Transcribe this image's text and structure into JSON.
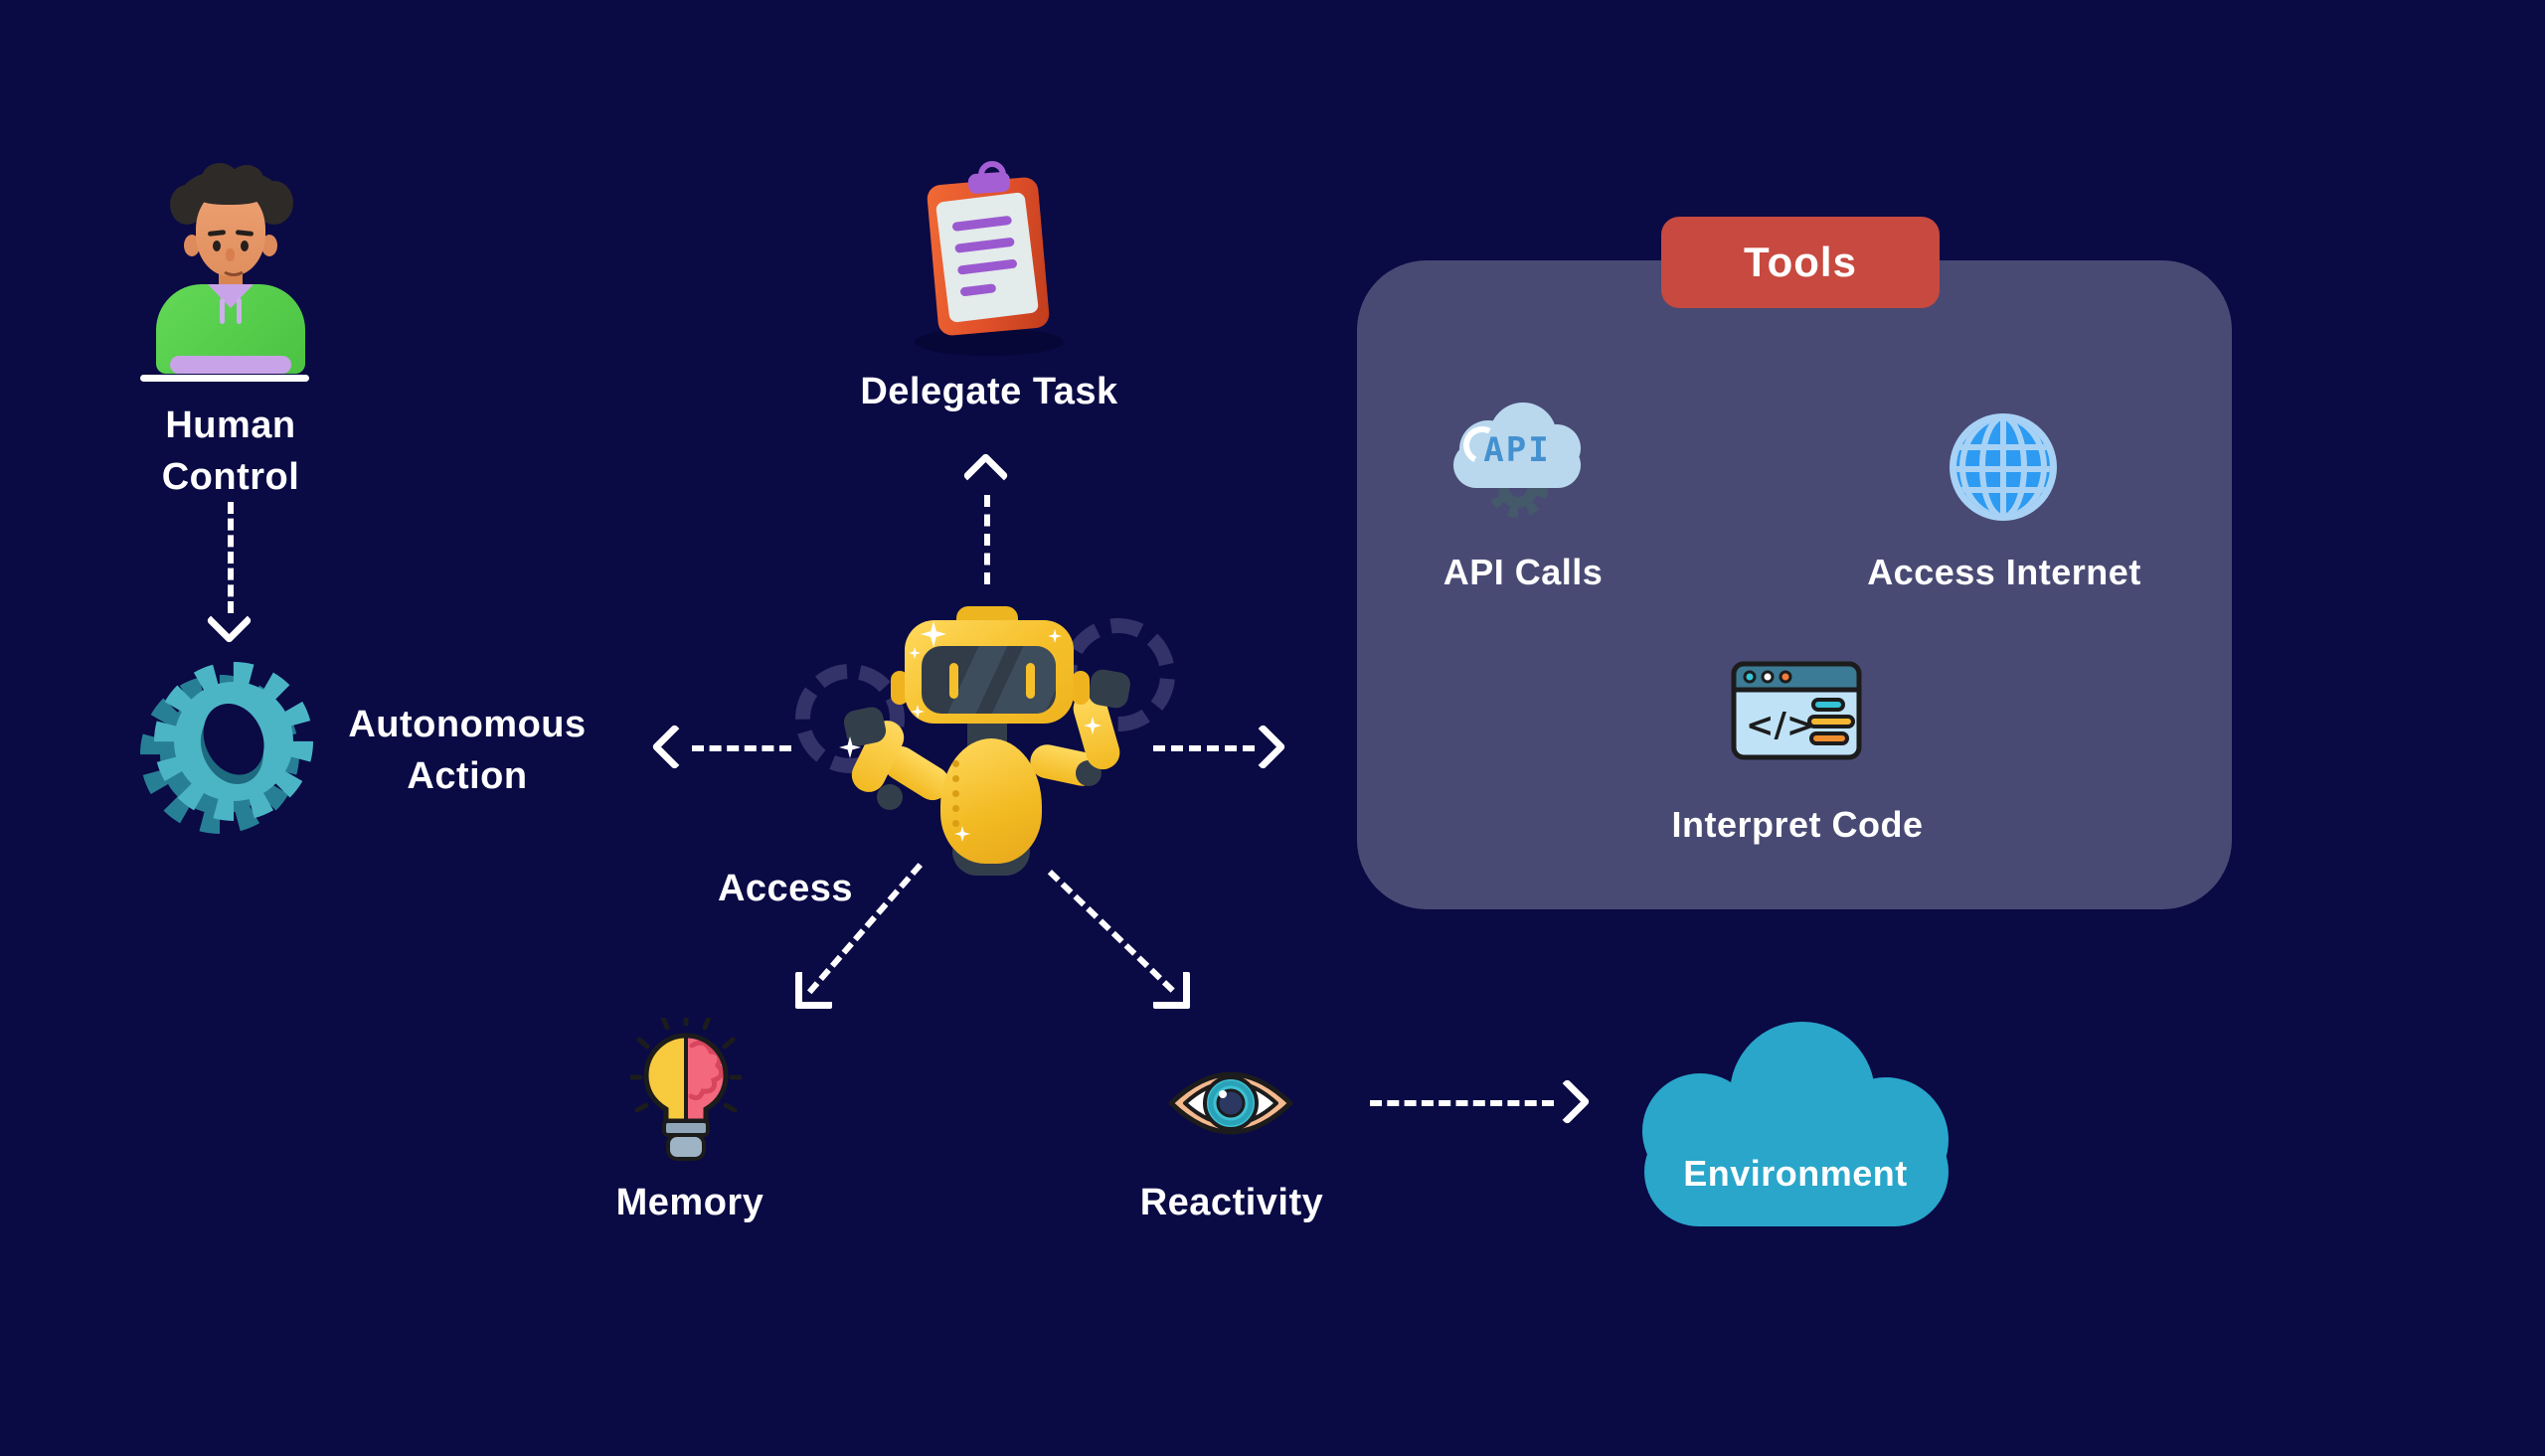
{
  "nodes": {
    "human_control": {
      "line1": "Human",
      "line2": "Control"
    },
    "autonomous_action": {
      "line1": "Autonomous",
      "line2": "Action"
    },
    "delegate_task": {
      "label": "Delegate Task"
    },
    "access": {
      "label": "Access"
    },
    "memory": {
      "label": "Memory"
    },
    "reactivity": {
      "label": "Reactivity"
    },
    "environment": {
      "label": "Environment"
    }
  },
  "tools": {
    "title": "Tools",
    "items": [
      {
        "label": "API Calls",
        "icon": "api-cloud-gear-icon",
        "icon_text": "API"
      },
      {
        "label": "Access Internet",
        "icon": "globe-icon"
      },
      {
        "label": "Interpret Code",
        "icon": "code-window-icon",
        "icon_text": "</>"
      }
    ]
  },
  "colors": {
    "background": "#0a0a45",
    "panel": "#494a74",
    "tools_button": "#c7493f",
    "text": "#ffffff",
    "robot_yellow": "#f6c02a",
    "gear_teal": "#4cb5c5",
    "gear_teal_dark": "#277f96",
    "environment_cloud": "#29a6ca",
    "clipboard_orange": "#e1502a",
    "accent_purple": "#a55fd5",
    "globe_blue": "#2e9bf2",
    "bulb_yellow": "#f8ca3d",
    "brain_pink": "#f4687d"
  }
}
